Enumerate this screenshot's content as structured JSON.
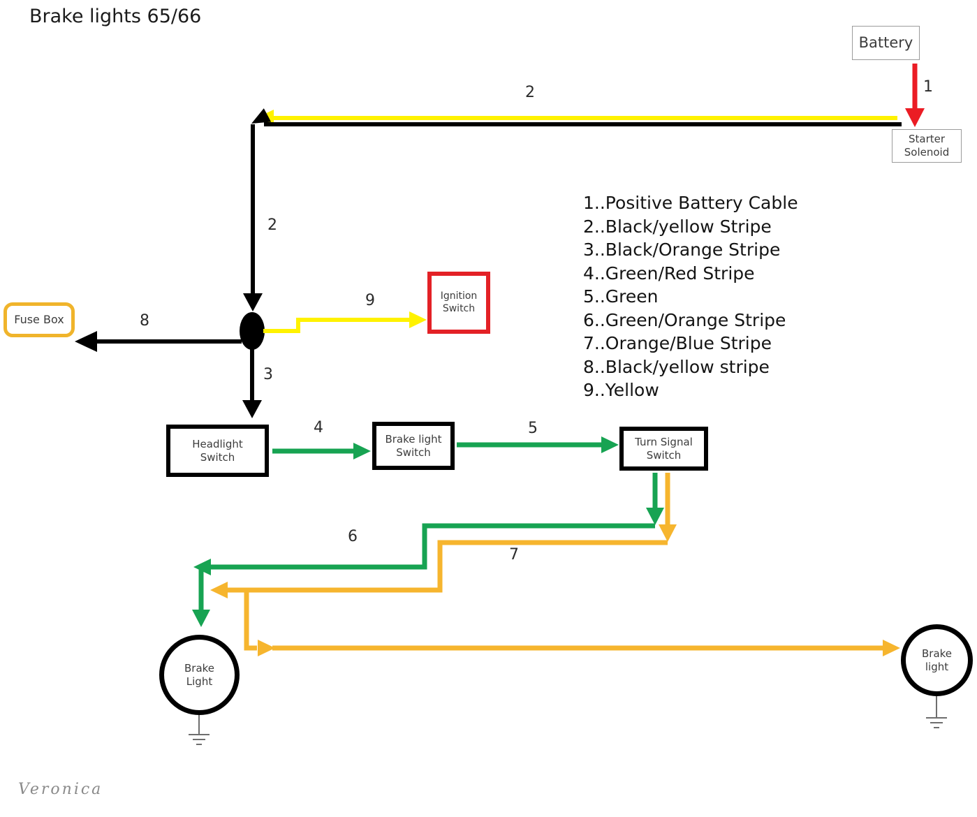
{
  "title": "Brake lights 65/66",
  "signature": "Veronica",
  "colors": {
    "wire_black": "#000000",
    "wire_yellow": "#FFF200",
    "wire_green": "#17A352",
    "wire_orange": "#F6B52E",
    "battery_cable_red": "#EB1C24",
    "fuse_box_border": "#F0B42B",
    "ignition_border": "#E32126",
    "plain_box_border": "#9B9B9B",
    "switch_box_border": "#000000",
    "ground_gray": "#6E6E6E"
  },
  "components": {
    "battery": "Battery",
    "starter_solenoid": "Starter Solenoid",
    "fuse_box": "Fuse Box",
    "ignition_switch": "Ignition Switch",
    "headlight_switch": "Headlight Switch",
    "brake_light_switch": "Brake light Switch",
    "turn_signal_switch": "Turn Signal Switch",
    "brake_light_left": "Brake Light",
    "brake_light_right": "Brake light"
  },
  "wire_numbers": {
    "n1": "1",
    "n2": "2",
    "n3": "3",
    "n4": "4",
    "n5": "5",
    "n6": "6",
    "n7": "7",
    "n8": "8",
    "n9": "9"
  },
  "legend": {
    "items": [
      "1..Positive Battery Cable",
      "2..Black/yellow Stripe",
      "3..Black/Orange Stripe",
      "4..Green/Red Stripe",
      "5..Green",
      "6..Green/Orange Stripe",
      "7..Orange/Blue Stripe",
      "8..Black/yellow stripe",
      "9..Yellow"
    ]
  }
}
